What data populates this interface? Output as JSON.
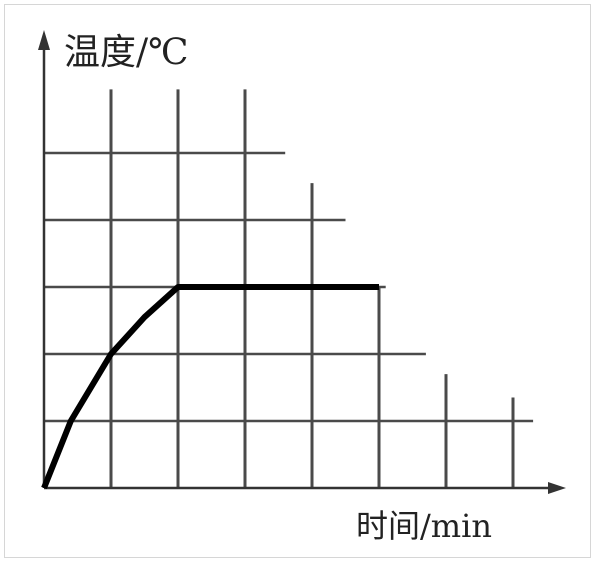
{
  "chart_data": {
    "type": "line",
    "ylabel": "温度/℃",
    "xlabel": "时间/min",
    "x": [
      0,
      0.4,
      1,
      1.5,
      2,
      3,
      4,
      5
    ],
    "y": [
      0,
      1,
      2,
      2.55,
      3,
      3,
      3,
      3
    ],
    "xlim": [
      0,
      7.2
    ],
    "ylim": [
      0,
      5.5
    ],
    "grid": true,
    "vertical_gridlines": [
      {
        "x": 1,
        "top": 5.95
      },
      {
        "x": 2,
        "top": 5.95
      },
      {
        "x": 3,
        "top": 5.95
      },
      {
        "x": 4,
        "top": 4.55
      },
      {
        "x": 5,
        "top": 3
      },
      {
        "x": 6,
        "top": 1.7
      },
      {
        "x": 7,
        "top": 1.35
      }
    ],
    "horizontal_gridlines": [
      {
        "y": 1,
        "right": 7.3
      },
      {
        "y": 2,
        "right": 5.7
      },
      {
        "y": 3,
        "right": 5.1
      },
      {
        "y": 4,
        "right": 4.5
      },
      {
        "y": 5,
        "right": 3.6
      }
    ],
    "colors": {
      "line": "#000000",
      "grid": "#4a4a4a",
      "axis": "#333333"
    }
  }
}
